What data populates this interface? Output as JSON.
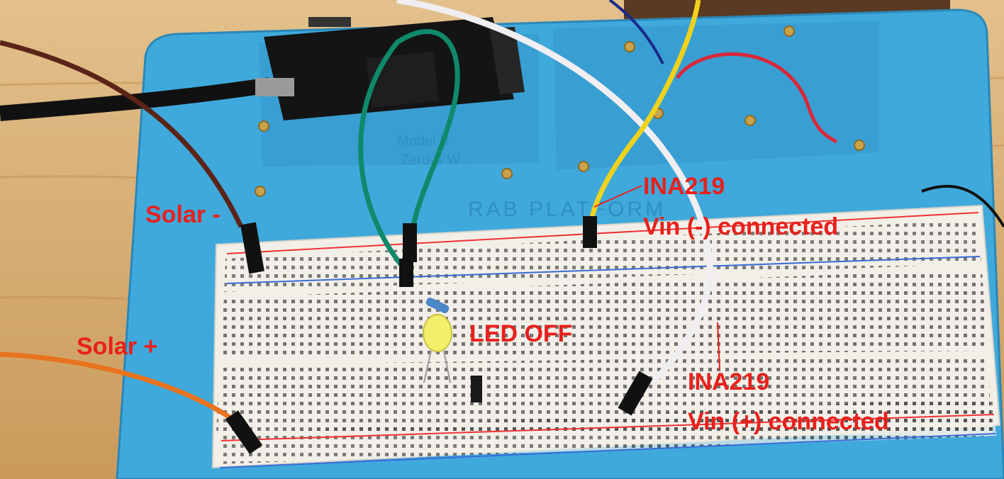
{
  "annotations": {
    "solar_minus": "Solar -",
    "solar_plus": "Solar +",
    "led_off": "LED OFF",
    "ina_negative_line1": "INA219",
    "ina_negative_line2": "Vin (-) connected",
    "ina_positive_line1": "INA219",
    "ina_positive_line2": "Vin (+) connected"
  },
  "platform_engraving": {
    "brand": "RAB PLATFORM",
    "model_text": [
      "Model B",
      "Zero & W"
    ]
  },
  "colors": {
    "label_red": "#e8201c",
    "platform_blue": "#3fa9dc",
    "breadboard_white": "#f2efe8",
    "wood": "#d9b27a"
  }
}
